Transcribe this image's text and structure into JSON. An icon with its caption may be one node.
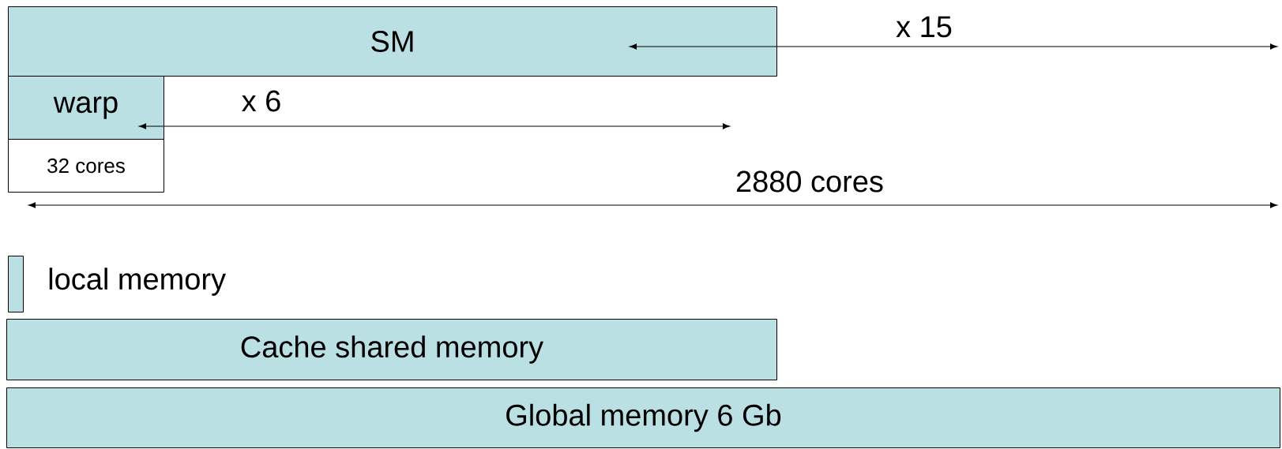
{
  "diagram": {
    "nodes": [
      {
        "text": [
          "SM"
        ]
      },
      {
        "text": [
          "warp"
        ]
      },
      {
        "text": [
          "32 cores"
        ]
      },
      {
        "text": [],
        "shape": "bar",
        "beside": [
          "local memory"
        ]
      },
      {
        "text": [
          "Cache shared memory"
        ]
      },
      {
        "text": [
          "Global memory 6 Gb"
        ]
      }
    ],
    "labels": [
      "x 15",
      "x 6",
      "2880 cores"
    ]
  }
}
